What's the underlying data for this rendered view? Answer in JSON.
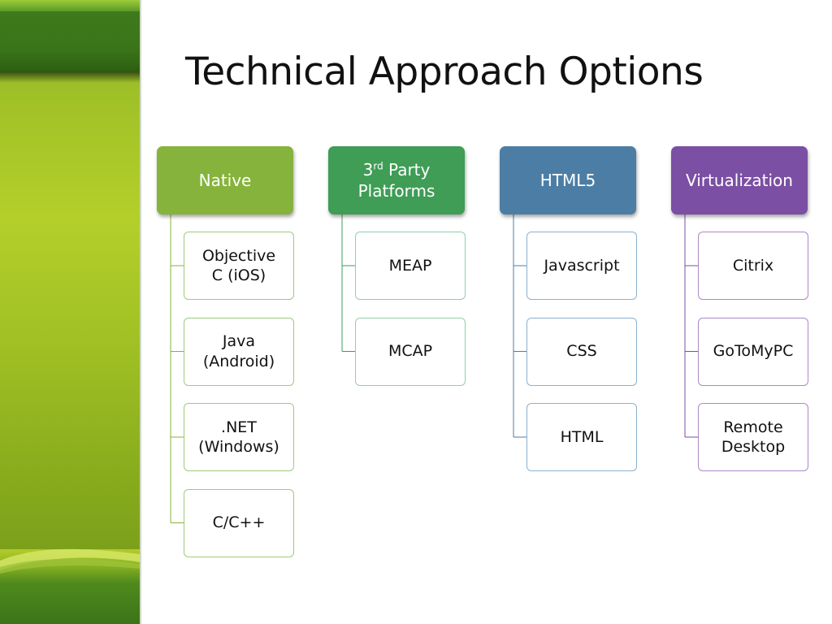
{
  "slide": {
    "title": "Technical Approach Options"
  },
  "colors": {
    "native": "#86b33b",
    "third_party": "#3f9d55",
    "html5": "#4c7ea5",
    "virtualization": "#7b4fa3",
    "native_border": "#9ccc7a",
    "third_party_border": "#8fd0a8",
    "html5_border": "#8ab2d0",
    "virtualization_border": "#a98ac6"
  },
  "columns": [
    {
      "id": "native",
      "label": "Native",
      "children": [
        "Objective\nC (iOS)",
        "Java\n(Android)",
        ".NET\n(Windows)",
        "C/C++"
      ]
    },
    {
      "id": "third_party",
      "label_pre": "3",
      "label_sup": "rd",
      "label_post": " Party Platforms",
      "children": [
        "MEAP",
        "MCAP"
      ]
    },
    {
      "id": "html5",
      "label": "HTML5",
      "children": [
        "Javascript",
        "CSS",
        "HTML"
      ]
    },
    {
      "id": "virtualization",
      "label": "Virtualization",
      "children": [
        "Citrix",
        "GoToMyPC",
        "Remote\nDesktop"
      ]
    }
  ]
}
